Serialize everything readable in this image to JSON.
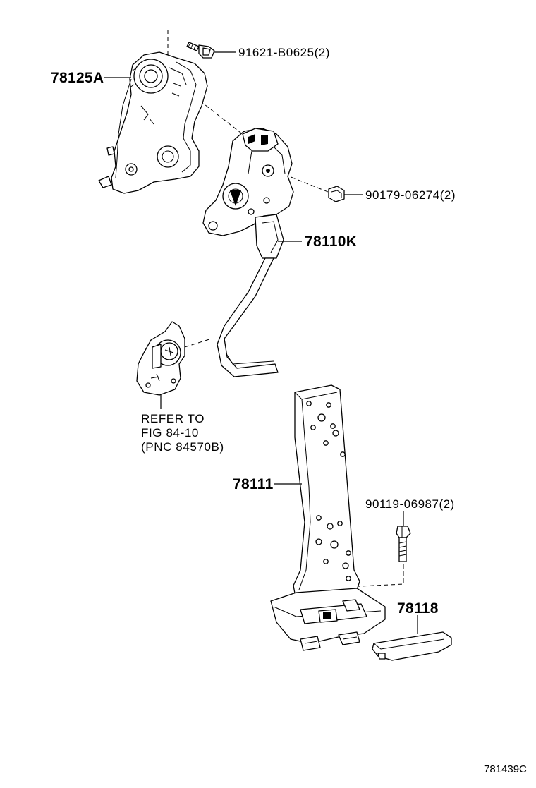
{
  "diagram": {
    "labels": {
      "bolt_top": "91621-B0625(2)",
      "bracket": "78125A",
      "nut": "90179-06274(2)",
      "sensor_arm": "78110K",
      "refer_line1": "REFER TO",
      "refer_line2": "FIG 84-10",
      "refer_line3": "(PNC 84570B)",
      "pedal": "78111",
      "bolt_bottom": "90119-06987(2)",
      "pad": "78118"
    },
    "figure_code": "781439C"
  }
}
